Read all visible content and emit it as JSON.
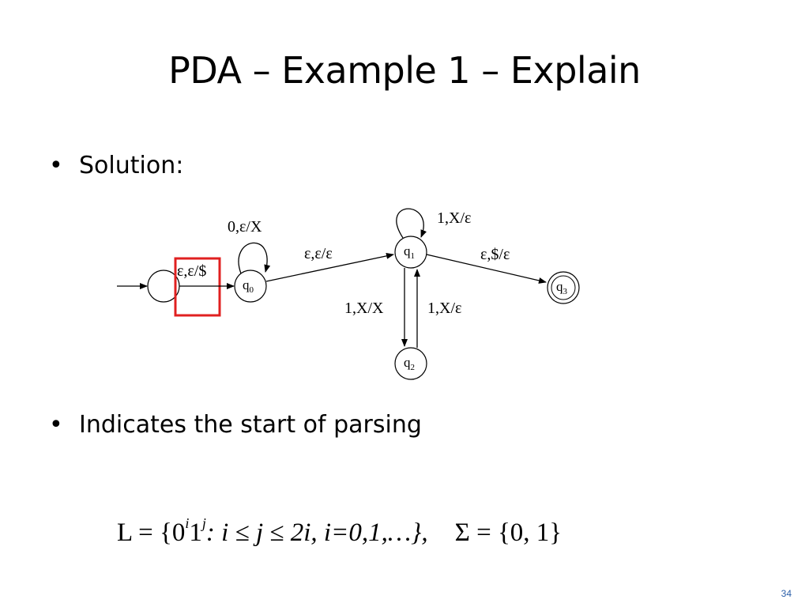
{
  "slide": {
    "title": "PDA – Example 1 – Explain",
    "bullets": [
      "Solution:",
      "Indicates the start of parsing"
    ],
    "bullet_glyph": "•",
    "page_number": "34",
    "formula": {
      "lhs": "L = {0",
      "sup_i": "i",
      "one": "1",
      "sup_j": "j",
      "cond": ": i ≤ j ≤ 2i, i=0,1,…},",
      "sigma": "Σ = {0, 1}"
    }
  },
  "diagram": {
    "states": [
      {
        "id": "qs",
        "base": "",
        "sub": ""
      },
      {
        "id": "q0",
        "base": "q",
        "sub": "0"
      },
      {
        "id": "q1",
        "base": "q",
        "sub": "1"
      },
      {
        "id": "q2",
        "base": "q",
        "sub": "2"
      },
      {
        "id": "q3",
        "base": "q",
        "sub": "3"
      }
    ],
    "transitions": [
      {
        "from": "start",
        "to": "qs",
        "label": ""
      },
      {
        "from": "qs",
        "to": "q0",
        "label": "ε,ε/$"
      },
      {
        "from": "q0",
        "to": "q0",
        "label": "0,ε/X"
      },
      {
        "from": "q0",
        "to": "q1",
        "label": "ε,ε/ε"
      },
      {
        "from": "q1",
        "to": "q1",
        "label": "1,X/ε"
      },
      {
        "from": "q1",
        "to": "q3",
        "label": "ε,$/ε"
      },
      {
        "from": "q1",
        "to": "q2",
        "label": "1,X/X"
      },
      {
        "from": "q2",
        "to": "q1",
        "label": "1,X/ε"
      }
    ],
    "accepting": [
      "q3"
    ],
    "highlight_color": "#e02020"
  }
}
